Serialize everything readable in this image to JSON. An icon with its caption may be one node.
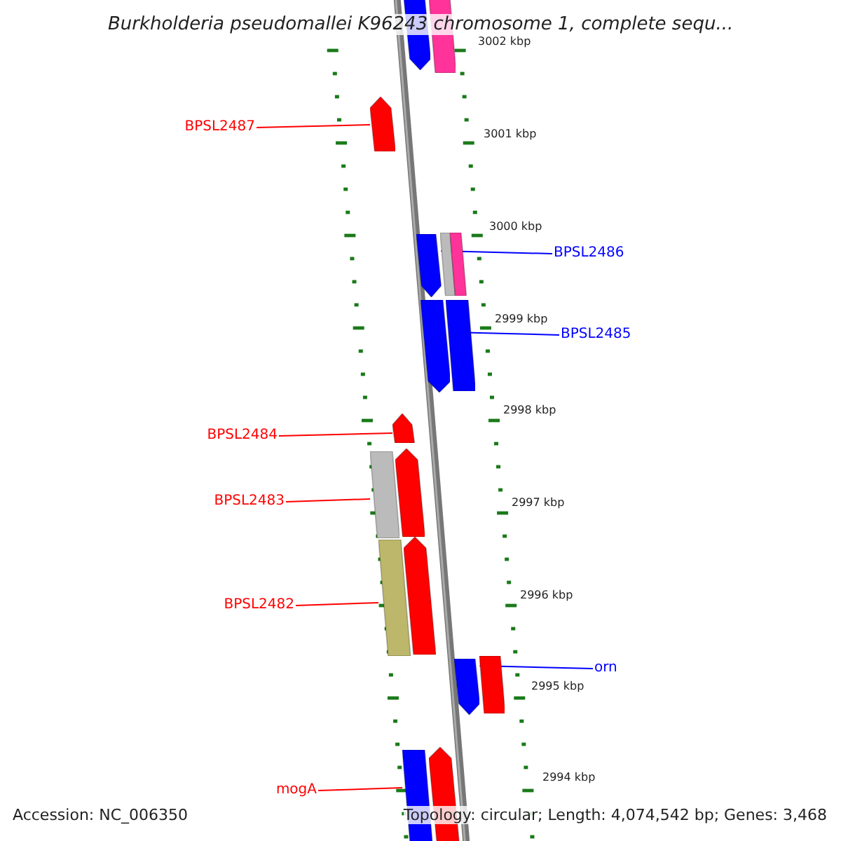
{
  "diagram": {
    "title": "Burkholderia pseudomallei K96243 chromosome 1, complete sequ...",
    "nodes": [
      {
        "text": [],
        "shape": "arrow"
      },
      {
        "text": [],
        "shape": "bar"
      },
      {
        "text": [
          "BPSL2487"
        ]
      },
      {
        "text": [],
        "shape": "arrow"
      },
      {
        "text": [
          "BPSL2486"
        ]
      },
      {
        "text": [],
        "shape": "arrow"
      },
      {
        "text": [],
        "shape": "bar"
      },
      {
        "text": [],
        "shape": "bar"
      },
      {
        "text": [
          "BPSL2485"
        ]
      },
      {
        "text": [],
        "shape": "arrow"
      },
      {
        "text": [],
        "shape": "bar"
      },
      {
        "text": [
          "BPSL2484"
        ]
      },
      {
        "text": [],
        "shape": "arrow"
      },
      {
        "text": [
          "BPSL2483"
        ]
      },
      {
        "text": [],
        "shape": "bar"
      },
      {
        "text": [],
        "shape": "arrow"
      },
      {
        "text": [
          "BPSL2482"
        ]
      },
      {
        "text": [],
        "shape": "bar"
      },
      {
        "text": [],
        "shape": "arrow"
      },
      {
        "text": [
          "orn"
        ]
      },
      {
        "text": [],
        "shape": "arrow"
      },
      {
        "text": [],
        "shape": "bar"
      },
      {
        "text": [
          "mogA"
        ]
      },
      {
        "text": [],
        "shape": "bar"
      },
      {
        "text": [],
        "shape": "arrow"
      }
    ],
    "edges": [
      {
        "from": 2,
        "to": 3,
        "arrow": "none"
      },
      {
        "from": 4,
        "to": 5,
        "arrow": "none",
        "color": "#0000ff"
      },
      {
        "from": 8,
        "to": 9,
        "arrow": "none",
        "color": "#0000ff"
      },
      {
        "from": 11,
        "to": 12,
        "arrow": "none"
      },
      {
        "from": 13,
        "to": 14,
        "arrow": "none"
      },
      {
        "from": 16,
        "to": 17,
        "arrow": "none"
      },
      {
        "from": 19,
        "to": 20,
        "arrow": "none",
        "color": "#0000ff"
      },
      {
        "from": 22,
        "to": 23,
        "arrow": "none"
      }
    ],
    "labels": [
      "3002 kbp",
      "3001 kbp",
      "3000 kbp",
      "2999 kbp",
      "2998 kbp",
      "2997 kbp",
      "2996 kbp",
      "2995 kbp",
      "2994 kbp",
      "Accession: NC_006350",
      "Topology: circular; Length: 4,074,542 bp; Genes: 3,468"
    ]
  }
}
